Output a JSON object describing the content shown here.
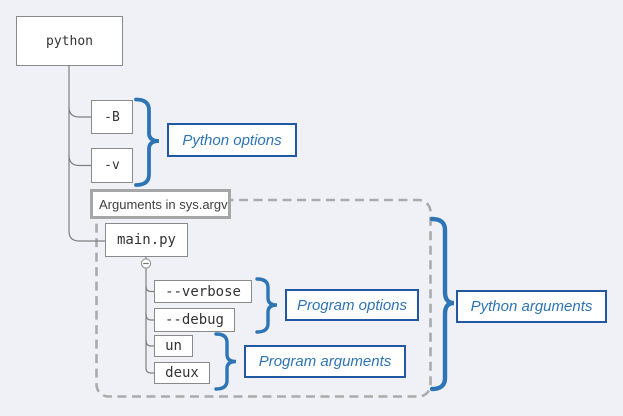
{
  "diagram": {
    "description": "Tree diagram of a python command line invocation",
    "nodes": {
      "python": {
        "label": "python"
      },
      "opt_b": {
        "label": "-B"
      },
      "opt_v": {
        "label": "-v"
      },
      "main_py": {
        "label": "main.py"
      },
      "verbose": {
        "label": "--verbose"
      },
      "debug": {
        "label": "--debug"
      },
      "un": {
        "label": "un"
      },
      "deux": {
        "label": "deux"
      }
    },
    "container": {
      "label": "Arguments in sys.argv"
    },
    "annotations": {
      "python_options": {
        "label": "Python options"
      },
      "program_options": {
        "label": "Program options"
      },
      "program_arguments": {
        "label": "Program arguments"
      },
      "python_arguments": {
        "label": "Python arguments"
      }
    },
    "icons": {
      "collapse_toggle": "minus-circle-icon"
    },
    "colors": {
      "accent_blue": "#2E75B6",
      "label_border": "#2257A4",
      "label_text": "#2E74B5",
      "node_border": "#8a8a8a",
      "node_text": "#333333",
      "args_border": "#a6a6a6",
      "dash_gray": "#ababab",
      "tree_line": "#808080",
      "canvas_bg": "#f0f1f6"
    }
  }
}
